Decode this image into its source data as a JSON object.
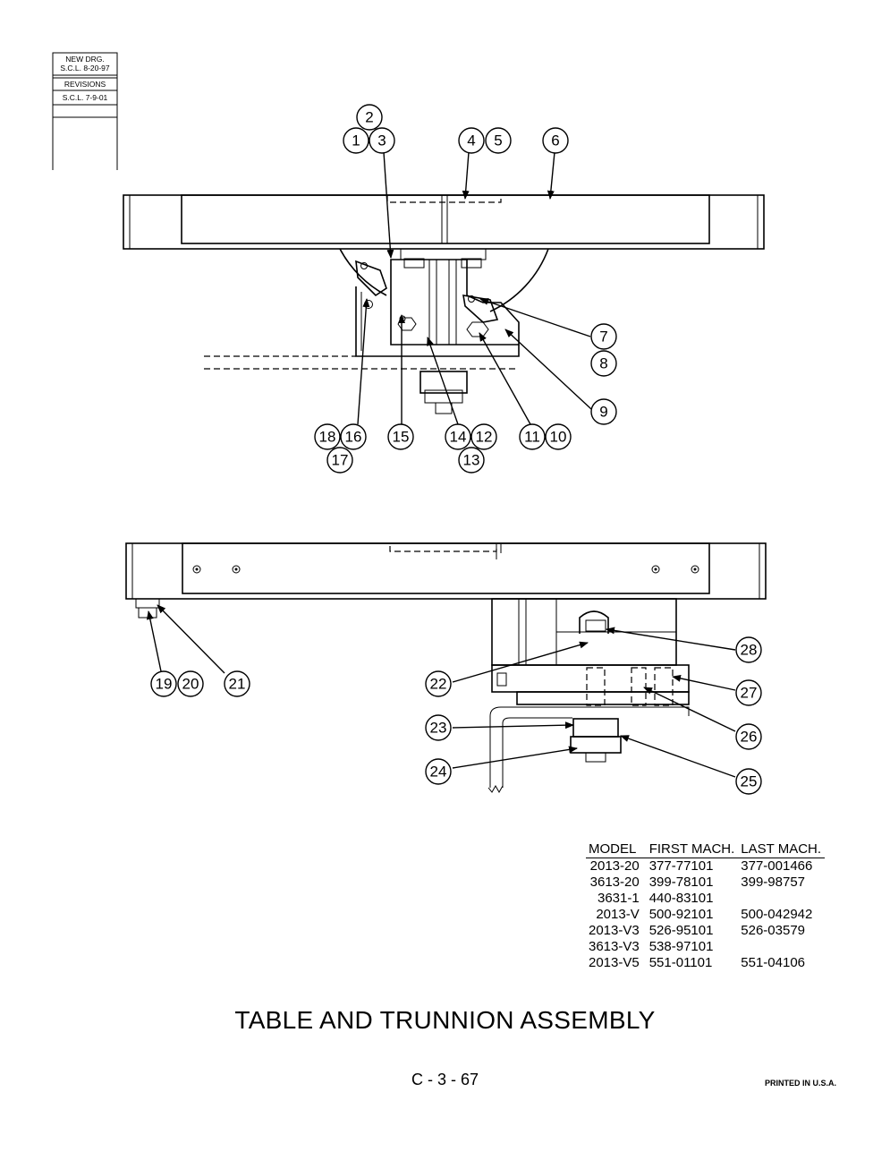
{
  "revision_block": {
    "new_drg_label": "NEW DRG.",
    "new_drg_entry": "S.C.L.  8-20-97",
    "revisions_label": "REVISIONS",
    "revision_entry": "S.C.L.  7-9-01"
  },
  "balloons_top": [
    "1",
    "2",
    "3",
    "4",
    "5",
    "6",
    "7",
    "8",
    "9",
    "10",
    "11",
    "12",
    "13",
    "14",
    "15",
    "16",
    "17",
    "18"
  ],
  "balloons_bottom": [
    "19",
    "20",
    "21",
    "22",
    "23",
    "24",
    "25",
    "26",
    "27",
    "28"
  ],
  "model_table": {
    "headers": [
      "MODEL",
      "FIRST MACH.",
      "LAST MACH."
    ],
    "rows": [
      [
        "2013-20",
        "377-77101",
        "377-001466"
      ],
      [
        "3613-20",
        "399-78101",
        "399-98757"
      ],
      [
        "3631-1",
        "440-83101",
        ""
      ],
      [
        "2013-V",
        "500-92101",
        "500-042942"
      ],
      [
        "2013-V3",
        "526-95101",
        "526-03579"
      ],
      [
        "3613-V3",
        "538-97101",
        ""
      ],
      [
        "2013-V5",
        "551-01101",
        "551-04106"
      ]
    ]
  },
  "title": "TABLE AND TRUNNION ASSEMBLY",
  "page_number": "C - 3 - 67",
  "printed": "PRINTED IN U.S.A."
}
